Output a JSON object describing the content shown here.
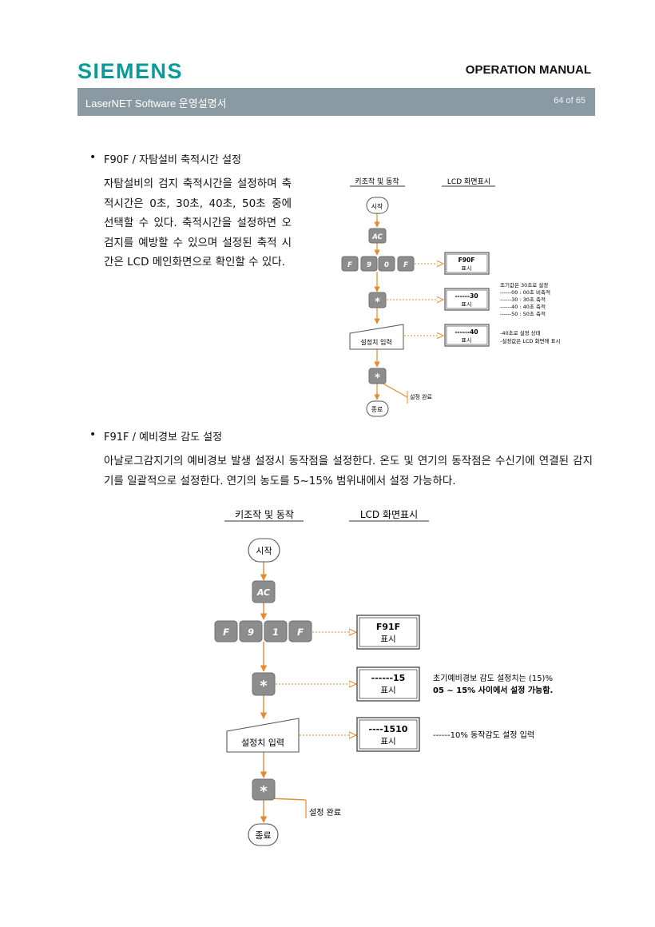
{
  "header": {
    "brand": "SIEMENS",
    "doc_type": "OPERATION MANUAL",
    "product": "LaserNET Software  운영설명서",
    "page": "64 of 65"
  },
  "section1": {
    "heading": "F90F / 자탐설비 축적시간 설정",
    "body": "자탐설비의 검지 축적시간을 설정하며 축적시간은 0초, 30초, 40초, 50초 중에 선택할 수 있다. 축적시간을 설정하면 오검지를 예방할 수 있으며 설정된 축적 시간은 LCD 메인화면으로 확인할 수 있다.",
    "flow": {
      "col_keys": "키조작 및 동작",
      "col_lcd": "LCD 화면표시",
      "start": "시작",
      "ac": "AC",
      "keys": [
        "F",
        "9",
        "0",
        "F"
      ],
      "star": "*",
      "input": "설정치 입력",
      "done": "설정 완료",
      "end": "종료",
      "lcd1": {
        "top": "F90F",
        "bottom": "표시"
      },
      "lcd2": {
        "top": "------30",
        "bottom": "표시"
      },
      "lcd3": {
        "top": "------40",
        "bottom": "표시"
      },
      "note1": [
        "초기값은 30초로 설정",
        "------00 :  00초 비축적",
        "------30 :  30초 축적",
        "------40 :  40초 축적",
        "------50 :  50초 축적"
      ],
      "note2": [
        "-40초로 설정 상태",
        "-설정값은 LCD 화면에 표시"
      ]
    }
  },
  "section2": {
    "heading": "F91F / 예비경보 감도 설정",
    "body": "아날로그감지기의 예비경보 발생 설정시 동작점을 설정한다. 온도 및 연기의 동작점은 수신기에 연결된 감지기를 일괄적으로 설정한다. 연기의 농도를 5~15% 범위내에서 설정 가능하다.",
    "flow": {
      "col_keys": "키조작 및 동작",
      "col_lcd": "LCD 화면표시",
      "start": "시작",
      "ac": "AC",
      "keys": [
        "F",
        "9",
        "1",
        "F"
      ],
      "star": "*",
      "input": "설정치 입력",
      "done": "설정 완료",
      "end": "종료",
      "lcd1": {
        "top": "F91F",
        "bottom": "표시"
      },
      "lcd2": {
        "top": "------15",
        "bottom": "표시"
      },
      "lcd3": {
        "top": "----1510",
        "bottom": "표시"
      },
      "note1": [
        "초기예비경보 감도 설정치는 (15)%",
        "05 ~ 15% 사이에서 설정 가능함."
      ],
      "note2": "------10% 동작감도 설정 입력"
    }
  },
  "colors": {
    "brand": "#0a9a9a",
    "banner": "#8a9aa2",
    "arrow": "#e58a2e",
    "key": "#8d8d8d"
  }
}
